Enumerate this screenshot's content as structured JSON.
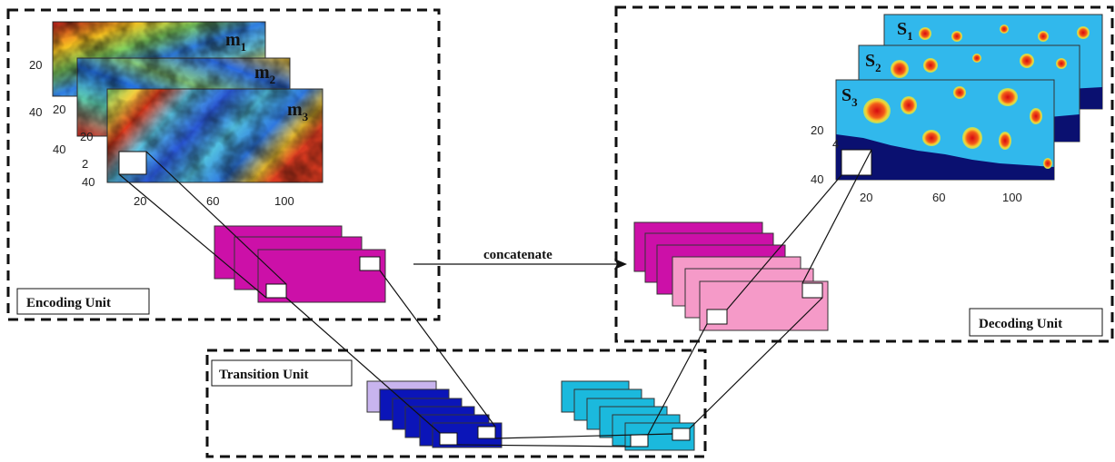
{
  "encoding_unit": {
    "label": "Encoding Unit",
    "maps": [
      {
        "base": "m",
        "sub": "1"
      },
      {
        "base": "m",
        "sub": "2"
      },
      {
        "base": "m",
        "sub": "3"
      }
    ],
    "y_ticks_back": [
      "20",
      "40"
    ],
    "y_ticks_mid": [
      "20",
      "40"
    ],
    "y_ticks_front": [
      "2",
      "40"
    ],
    "x_ticks": [
      "20",
      "60",
      "100"
    ]
  },
  "transition_unit": {
    "label": "Transition Unit"
  },
  "decoding_unit": {
    "label": "Decoding Unit",
    "maps": [
      {
        "base": "S",
        "sub": "1"
      },
      {
        "base": "S",
        "sub": "2"
      },
      {
        "base": "S",
        "sub": "3"
      }
    ],
    "y_ticks": [
      "20",
      "40"
    ],
    "x_ticks": [
      "20",
      "60",
      "100"
    ]
  },
  "arrow": {
    "label": "concatenate"
  },
  "colors": {
    "magenta": "#cc10a8",
    "pink": "#f59ac8",
    "dark_blue": "#0b15b8",
    "light_purple": "#c8b4ee",
    "cyan": "#1bb9dd",
    "field_bg": "#31b8ec",
    "field_bottom": "#0a1070"
  }
}
